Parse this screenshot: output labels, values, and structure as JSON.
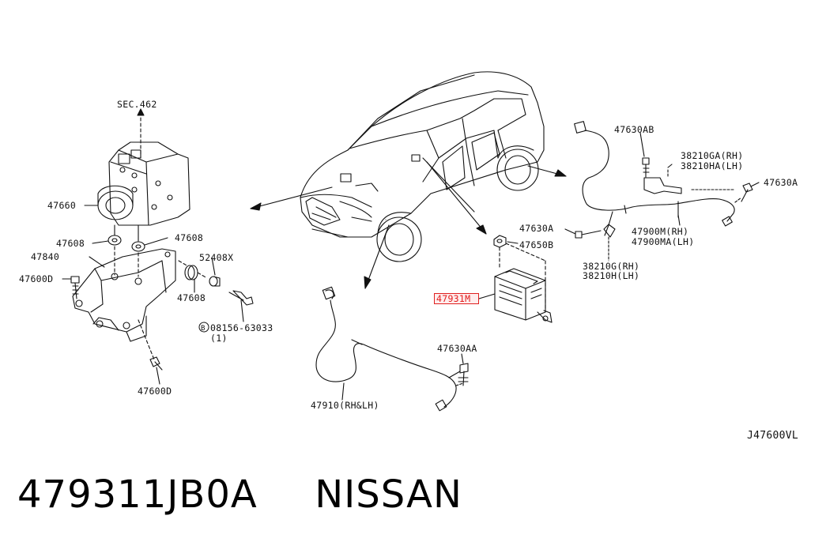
{
  "diagram": {
    "labels": {
      "sec": "SEC.462",
      "p47660": "47660",
      "p47608_l": "47608",
      "p47608_r": "47608",
      "p47840": "47840",
      "p47600d_l": "47600D",
      "p47600d_b": "47600D",
      "p52408x": "52408X",
      "p47608_b": "47608",
      "bolt": "08156-63033",
      "bolt_b": "B",
      "bolt_qty": "(1)",
      "p47630ab": "47630AB",
      "p38210ga": "38210GA(RH)",
      "p38210ha": "38210HA(LH)",
      "p47630a_r": "47630A",
      "p47630a_m": "47630A",
      "p47650b": "47650B",
      "p47900m": "47900M(RH)",
      "p47900ma": "47900MA(LH)",
      "p38210g": "38210G(RH)",
      "p38210h": "38210H(LH)",
      "p47931m": "47931M",
      "p47630aa": "47630AA",
      "p47910": "47910(RH&LH)",
      "code": "J47600VL"
    },
    "highlight_color": "#e02020"
  },
  "footer": {
    "part_number": "479311JB0A",
    "brand": "NISSAN"
  }
}
